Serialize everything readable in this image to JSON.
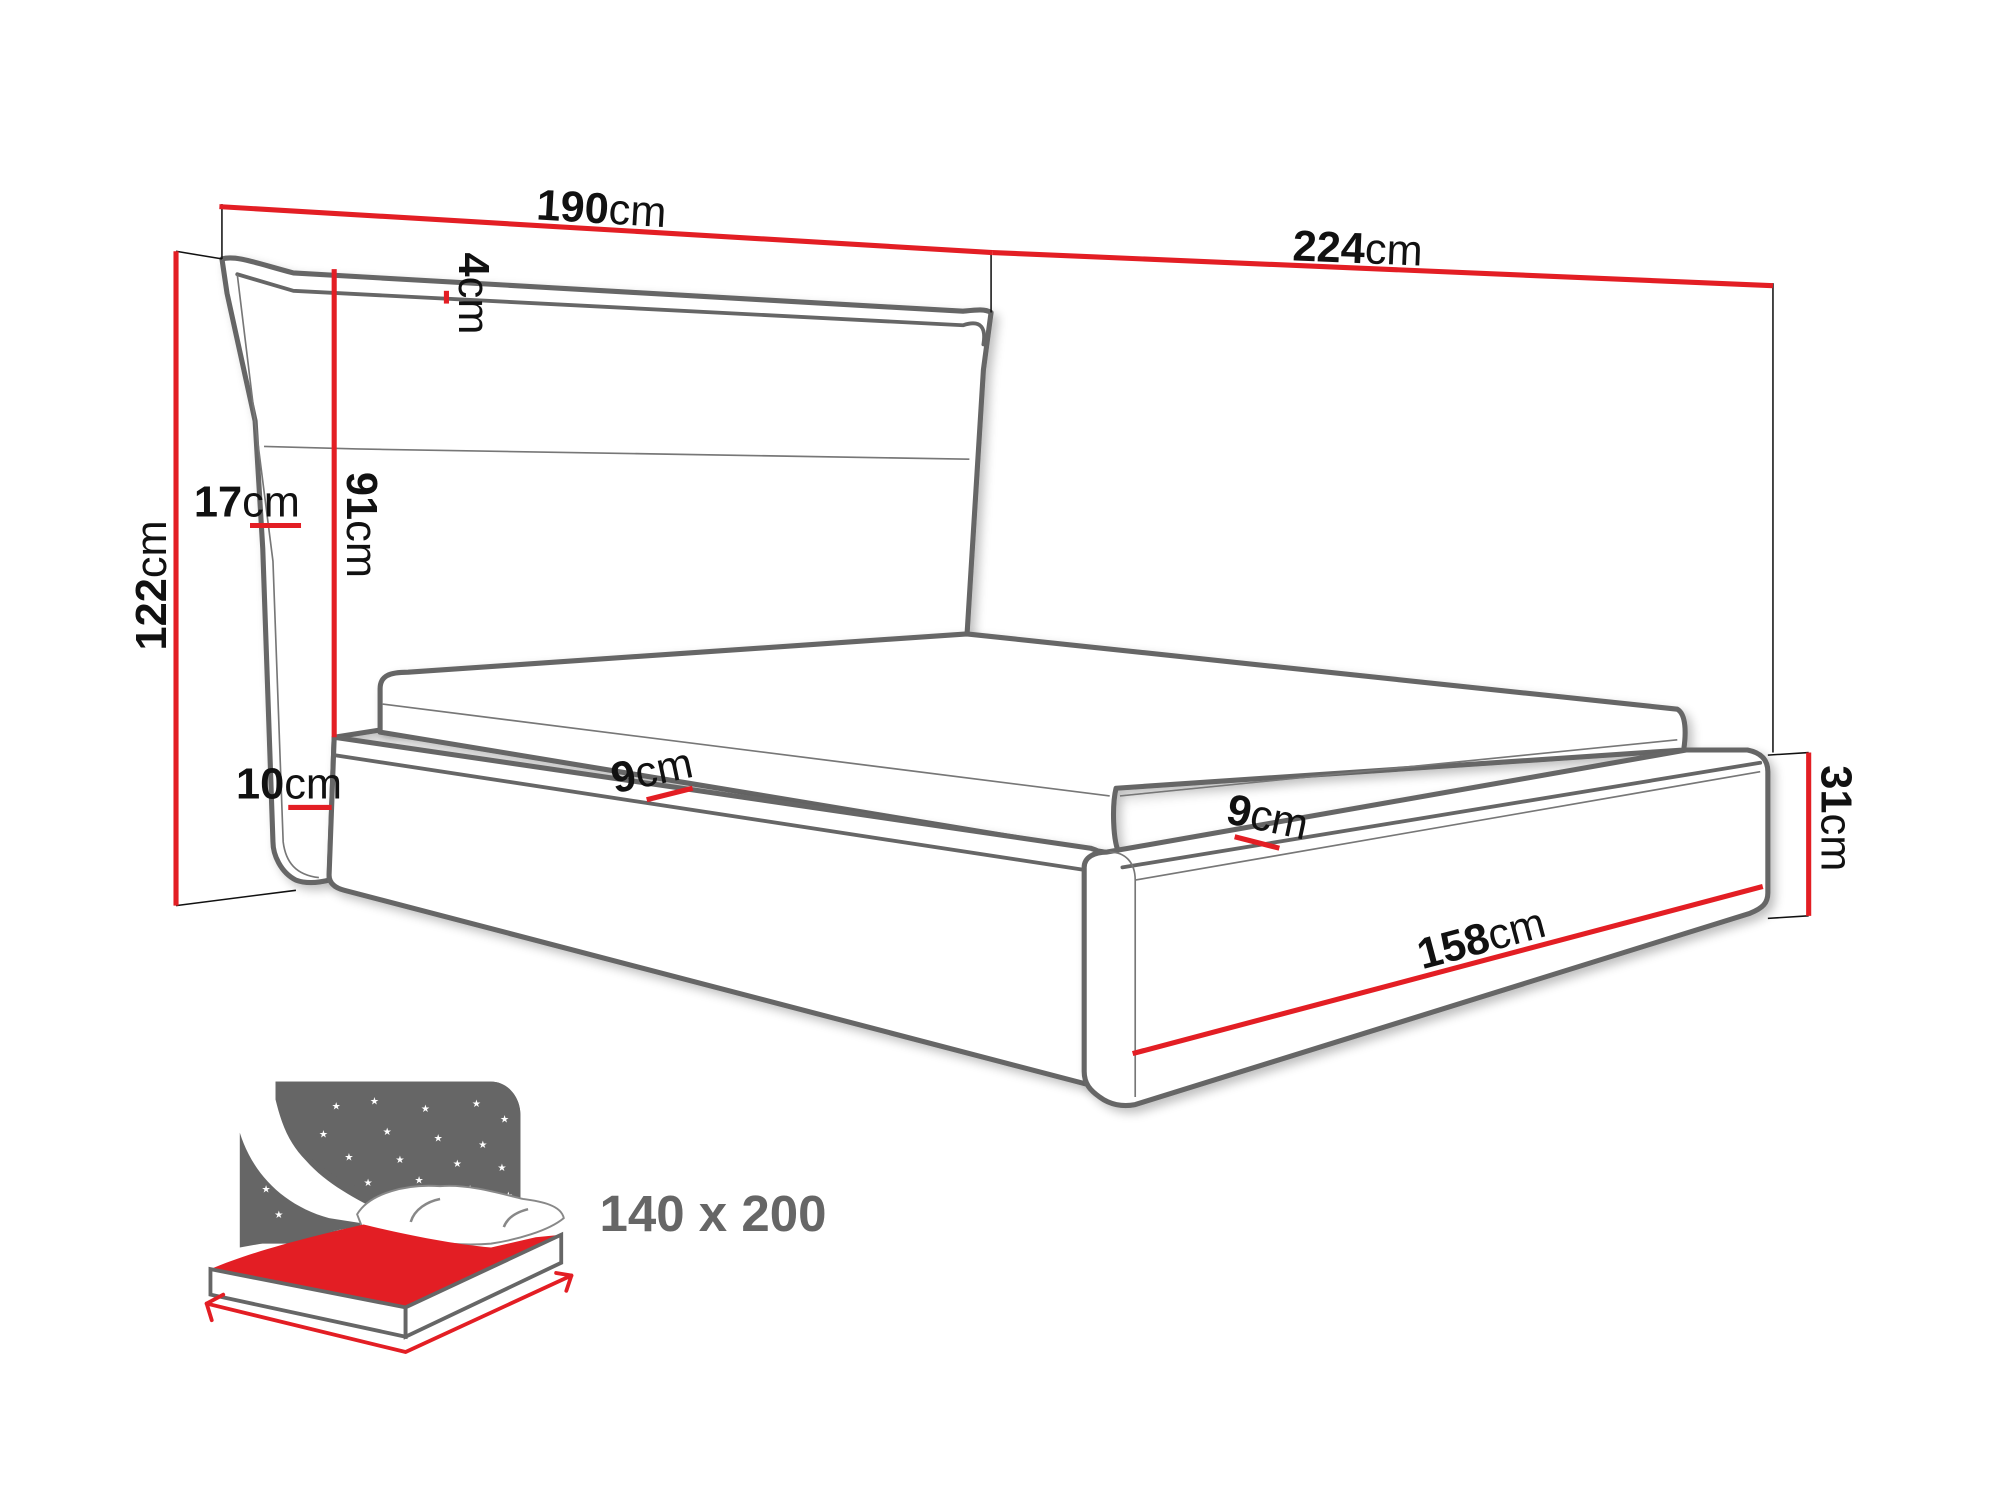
{
  "product": "upholstered bed with headboard",
  "colors": {
    "outline": "#666666",
    "dimension_line": "#e31e24",
    "label_text": "#111111",
    "size_text": "#666666",
    "icon_sky": "#666666",
    "icon_sheet": "#e31e24"
  },
  "dimensions": {
    "headboard_width": {
      "value": "190",
      "unit": "cm"
    },
    "total_length": {
      "value": "224",
      "unit": "cm"
    },
    "headboard_top_thickness": {
      "value": "4",
      "unit": "cm"
    },
    "total_height": {
      "value": "122",
      "unit": "cm"
    },
    "headboard_side_thickness": {
      "value": "17",
      "unit": "cm"
    },
    "headboard_height_above_frame": {
      "value": "91",
      "unit": "cm"
    },
    "headboard_base_thickness": {
      "value": "10",
      "unit": "cm"
    },
    "side_rail_width": {
      "value": "9",
      "unit": "cm"
    },
    "foot_rail_width": {
      "value": "9",
      "unit": "cm"
    },
    "frame_width": {
      "value": "158",
      "unit": "cm"
    },
    "frame_height": {
      "value": "31",
      "unit": "cm"
    }
  },
  "mattress_size": {
    "icon": "bed-mattress-size-icon",
    "label": "140 x 200"
  }
}
